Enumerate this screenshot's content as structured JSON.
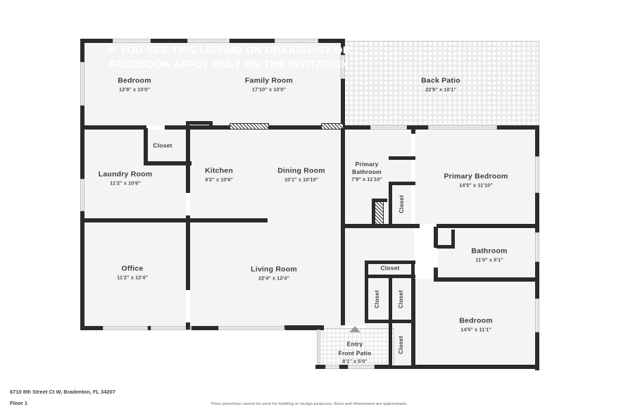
{
  "document": {
    "address": "6710 8th Street Ct W, Bradenton, FL 34207",
    "floor_label": "Floor 1",
    "disclaimer": "Floor plans/tour cannot be used for building or design purposes. Sizes and dimensions are approximate.",
    "watermark": "IF YOU SEE THIS LISTING ON CRAIGSLIST OR FACEBOOK APPLY ONLY ON THE INVITATION"
  },
  "colors": {
    "wall": "#2b2b2b",
    "room_fill": "#f4f4f4",
    "patio_fill": "#eceaea",
    "text": "#3b3f45",
    "muted_text": "#8b8f95"
  },
  "rooms": [
    {
      "name": "Bedroom",
      "dimensions": "12'8\" x 10'0\""
    },
    {
      "name": "Family Room",
      "dimensions": "17'10\" x 10'0\""
    },
    {
      "name": "Back Patio",
      "dimensions": "22'9\" x 10'1\""
    },
    {
      "name": "Laundry Room",
      "dimensions": "11'2\" x 10'6\""
    },
    {
      "name": "Kitchen",
      "dimensions": "9'2\" x 10'6\""
    },
    {
      "name": "Dining Room",
      "dimensions": "10'1\" x 10'10\""
    },
    {
      "name": "Primary Bathroom",
      "dimensions": "7'9\" x 11'10\""
    },
    {
      "name": "Primary Bedroom",
      "dimensions": "14'5\" x 11'10\""
    },
    {
      "name": "Office",
      "dimensions": "11'2\" x 12'4\""
    },
    {
      "name": "Living Room",
      "dimensions": "22'4\" x 12'4\""
    },
    {
      "name": "Bathroom",
      "dimensions": "11'0\" x 5'1\""
    },
    {
      "name": "Bedroom",
      "dimensions": "14'5\" x 11'1\""
    },
    {
      "name": "Front Patio",
      "dimensions": "8'1\" x 5'0\""
    }
  ],
  "labels": {
    "bedroom_top": {
      "name": "Bedroom",
      "dimensions": "12'8\" x 10'0\""
    },
    "family_room": {
      "name": "Family Room",
      "dimensions": "17'10\" x 10'0\""
    },
    "back_patio": {
      "name": "Back Patio",
      "dimensions": "22'9\" x 10'1\""
    },
    "laundry_room": {
      "name": "Laundry Room",
      "dimensions": "11'2\" x 10'6\""
    },
    "kitchen": {
      "name": "Kitchen",
      "dimensions": "9'2\" x 10'6\""
    },
    "dining_room": {
      "name": "Dining Room",
      "dimensions": "10'1\" x 10'10\""
    },
    "primary_bathroom": {
      "name": "Primary",
      "name2": "Bathroom",
      "dimensions": "7'9\" x 11'10\""
    },
    "primary_bedroom": {
      "name": "Primary Bedroom",
      "dimensions": "14'5\" x 11'10\""
    },
    "office": {
      "name": "Office",
      "dimensions": "11'2\" x 12'4\""
    },
    "living_room": {
      "name": "Living Room",
      "dimensions": "22'4\" x 12'4\""
    },
    "bathroom": {
      "name": "Bathroom",
      "dimensions": "11'0\" x 5'1\""
    },
    "bedroom_bottom": {
      "name": "Bedroom",
      "dimensions": "14'5\" x 11'1\""
    },
    "entry": {
      "name": "Entry"
    },
    "front_patio": {
      "name": "Front Patio",
      "dimensions": "8'1\" x 5'0\""
    },
    "closet_kitchen": {
      "name": "Closet"
    },
    "closet_primary": {
      "name": "Closet"
    },
    "closet_hall_top": {
      "name": "Closet"
    },
    "closet_hall_left": {
      "name": "Closet"
    },
    "closet_hall_mid": {
      "name": "Closet"
    },
    "closet_hall_bottom": {
      "name": "Closet"
    }
  }
}
